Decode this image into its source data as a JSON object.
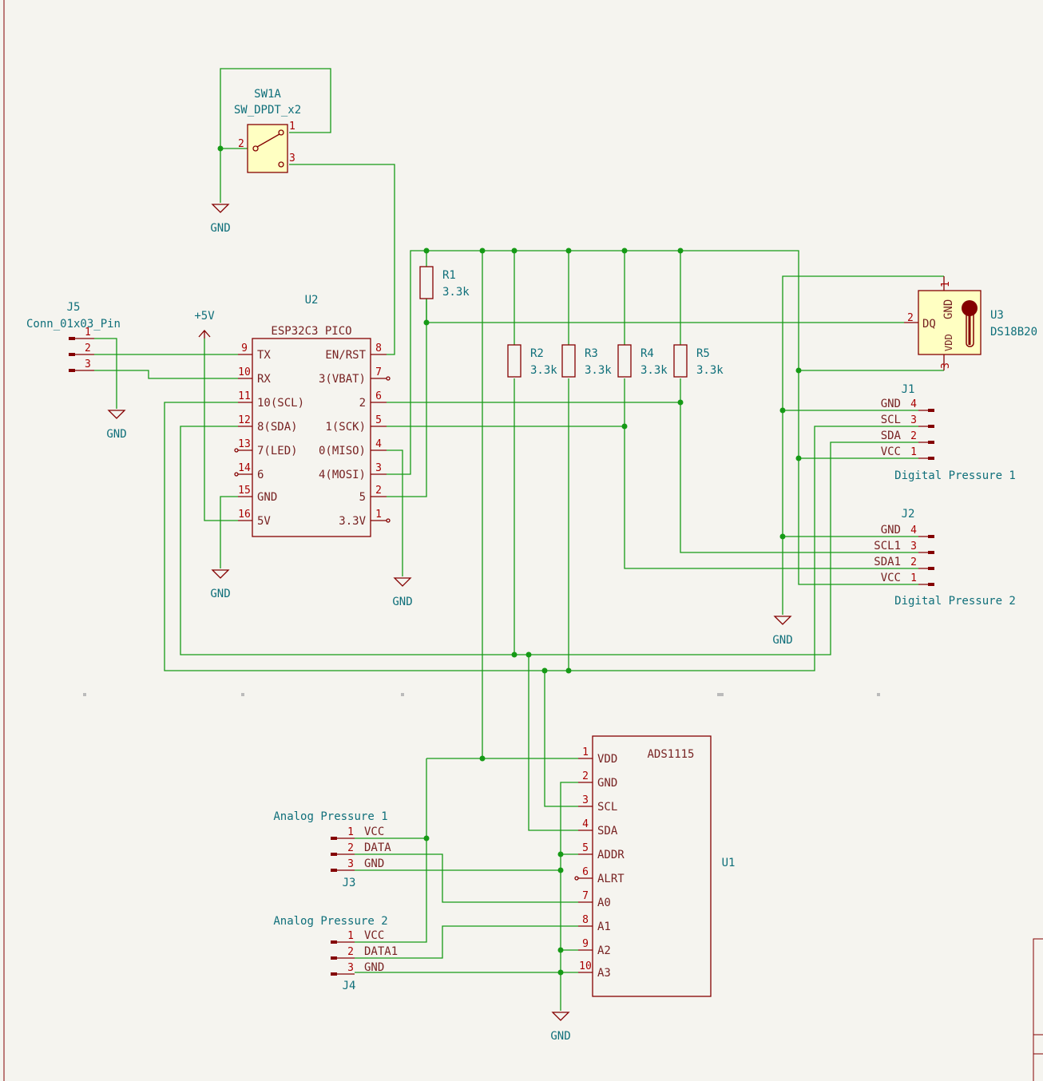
{
  "sw1": {
    "ref": "SW1A",
    "value": "SW_DPDT_x2",
    "pins": [
      "2",
      "1",
      "3"
    ]
  },
  "gnd_label": "GND",
  "u2": {
    "ref": "U2",
    "value": "ESP32C3 PICO",
    "left": [
      {
        "n": "9",
        "l": "TX"
      },
      {
        "n": "10",
        "l": "RX"
      },
      {
        "n": "11",
        "l": "10(SCL)"
      },
      {
        "n": "12",
        "l": "8(SDA)"
      },
      {
        "n": "13",
        "l": "7(LED)"
      },
      {
        "n": "14",
        "l": "6"
      },
      {
        "n": "15",
        "l": "GND"
      },
      {
        "n": "16",
        "l": "5V"
      }
    ],
    "right": [
      {
        "n": "8",
        "l": "EN/RST"
      },
      {
        "n": "7",
        "l": "3(VBAT)"
      },
      {
        "n": "6",
        "l": "2"
      },
      {
        "n": "5",
        "l": "1(SCK)"
      },
      {
        "n": "4",
        "l": "0(MISO)"
      },
      {
        "n": "3",
        "l": "4(MOSI)"
      },
      {
        "n": "2",
        "l": "5"
      },
      {
        "n": "1",
        "l": "3.3V"
      }
    ]
  },
  "j5": {
    "ref": "J5",
    "value": "Conn_01x03_Pin",
    "pins": [
      "1",
      "2",
      "3"
    ]
  },
  "plus5v": "+5V",
  "resistors": [
    {
      "ref": "R1",
      "val": "3.3k"
    },
    {
      "ref": "R2",
      "val": "3.3k"
    },
    {
      "ref": "R3",
      "val": "3.3k"
    },
    {
      "ref": "R4",
      "val": "3.3k"
    },
    {
      "ref": "R5",
      "val": "3.3k"
    }
  ],
  "u3": {
    "ref": "U3",
    "value": "DS18B20",
    "dq": "DQ",
    "gnd": "GND",
    "vdd": "VDD",
    "pins": [
      "1",
      "2",
      "3"
    ]
  },
  "j1": {
    "ref": "J1",
    "title": "Digital Pressure 1",
    "rows": [
      {
        "l": "GND",
        "n": "4"
      },
      {
        "l": "SCL",
        "n": "3"
      },
      {
        "l": "SDA",
        "n": "2"
      },
      {
        "l": "VCC",
        "n": "1"
      }
    ]
  },
  "j2": {
    "ref": "J2",
    "title": "Digital Pressure 2",
    "rows": [
      {
        "l": "GND",
        "n": "4"
      },
      {
        "l": "SCL1",
        "n": "3"
      },
      {
        "l": "SDA1",
        "n": "2"
      },
      {
        "l": "VCC",
        "n": "1"
      }
    ]
  },
  "u1": {
    "ref": "U1",
    "value": "ADS1115",
    "pins": [
      {
        "n": "1",
        "l": "VDD"
      },
      {
        "n": "2",
        "l": "GND"
      },
      {
        "n": "3",
        "l": "SCL"
      },
      {
        "n": "4",
        "l": "SDA"
      },
      {
        "n": "5",
        "l": "ADDR"
      },
      {
        "n": "6",
        "l": "ALRT"
      },
      {
        "n": "7",
        "l": "A0"
      },
      {
        "n": "8",
        "l": "A1"
      },
      {
        "n": "9",
        "l": "A2"
      },
      {
        "n": "10",
        "l": "A3"
      }
    ]
  },
  "j3": {
    "ref": "J3",
    "title": "Analog Pressure 1",
    "rows": [
      {
        "n": "1",
        "l": "VCC"
      },
      {
        "n": "2",
        "l": "DATA"
      },
      {
        "n": "3",
        "l": "GND"
      }
    ]
  },
  "j4": {
    "ref": "J4",
    "title": "Analog Pressure 2",
    "rows": [
      {
        "n": "1",
        "l": "VCC"
      },
      {
        "n": "2",
        "l": "DATA1"
      },
      {
        "n": "3",
        "l": "GND"
      }
    ]
  }
}
